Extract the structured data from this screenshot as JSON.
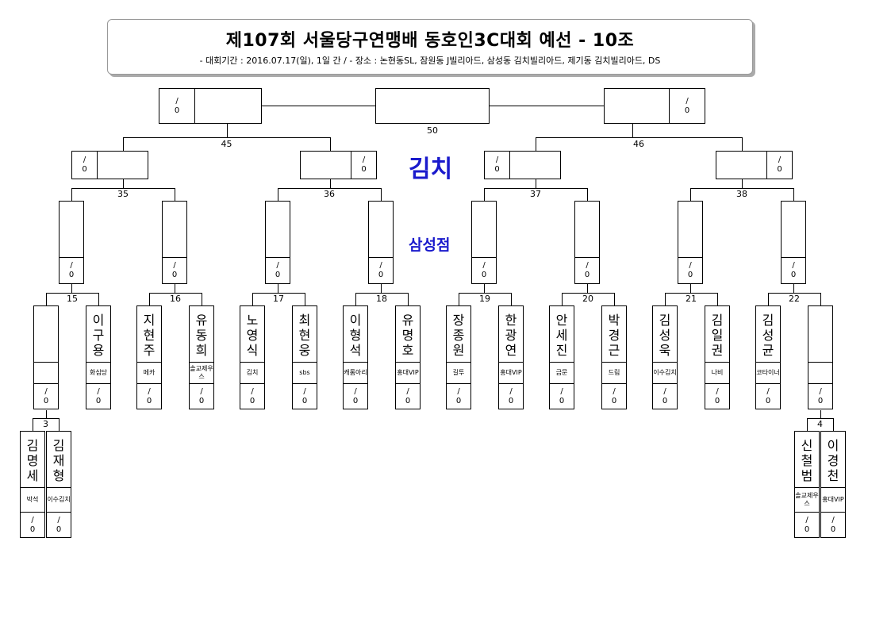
{
  "header": {
    "title": "제107회 서울당구연맹배 동호인3C대회 예선 - 10조",
    "subtitle": "- 대회기간 : 2016.07.17(일), 1일 간 / - 장소 : 논현동SL, 잠원동 J빌리아드, 삼성동 김치빌리아드, 제기동 김치빌리아드, DS"
  },
  "venue": {
    "line1": "김치",
    "line2": "삼성점"
  },
  "score_placeholder": {
    "top": "/",
    "bottom": "0"
  },
  "match_numbers": {
    "m3": "3",
    "m4": "4",
    "m15": "15",
    "m16": "16",
    "m17": "17",
    "m18": "18",
    "m19": "19",
    "m20": "20",
    "m21": "21",
    "m22": "22",
    "m35": "35",
    "m36": "36",
    "m37": "37",
    "m38": "38",
    "m45": "45",
    "m46": "46",
    "m50": "50"
  },
  "players": [
    {
      "name": "",
      "club": ""
    },
    {
      "name": "이구용",
      "club": "화심당"
    },
    {
      "name": "지현주",
      "club": "메카"
    },
    {
      "name": "유동희",
      "club": "솔교제우스"
    },
    {
      "name": "노영식",
      "club": "김치"
    },
    {
      "name": "최현웅",
      "club": "sbs"
    },
    {
      "name": "이형석",
      "club": "캐롬아리"
    },
    {
      "name": "유명호",
      "club": "홍대VIP"
    },
    {
      "name": "장종원",
      "club": "길투"
    },
    {
      "name": "한광연",
      "club": "홍대VIP"
    },
    {
      "name": "안세진",
      "club": "금문"
    },
    {
      "name": "박경근",
      "club": "드림"
    },
    {
      "name": "김성욱",
      "club": "이수김치"
    },
    {
      "name": "김일권",
      "club": "나비"
    },
    {
      "name": "김성균",
      "club": "코타이너"
    },
    {
      "name": "",
      "club": ""
    }
  ],
  "prelim_left": [
    {
      "name": "김명세",
      "club": "박석"
    },
    {
      "name": "김재형",
      "club": "이수김치"
    }
  ],
  "prelim_right": [
    {
      "name": "신철범",
      "club": "솔교제우스"
    },
    {
      "name": "이경천",
      "club": "홍대VIP"
    }
  ]
}
